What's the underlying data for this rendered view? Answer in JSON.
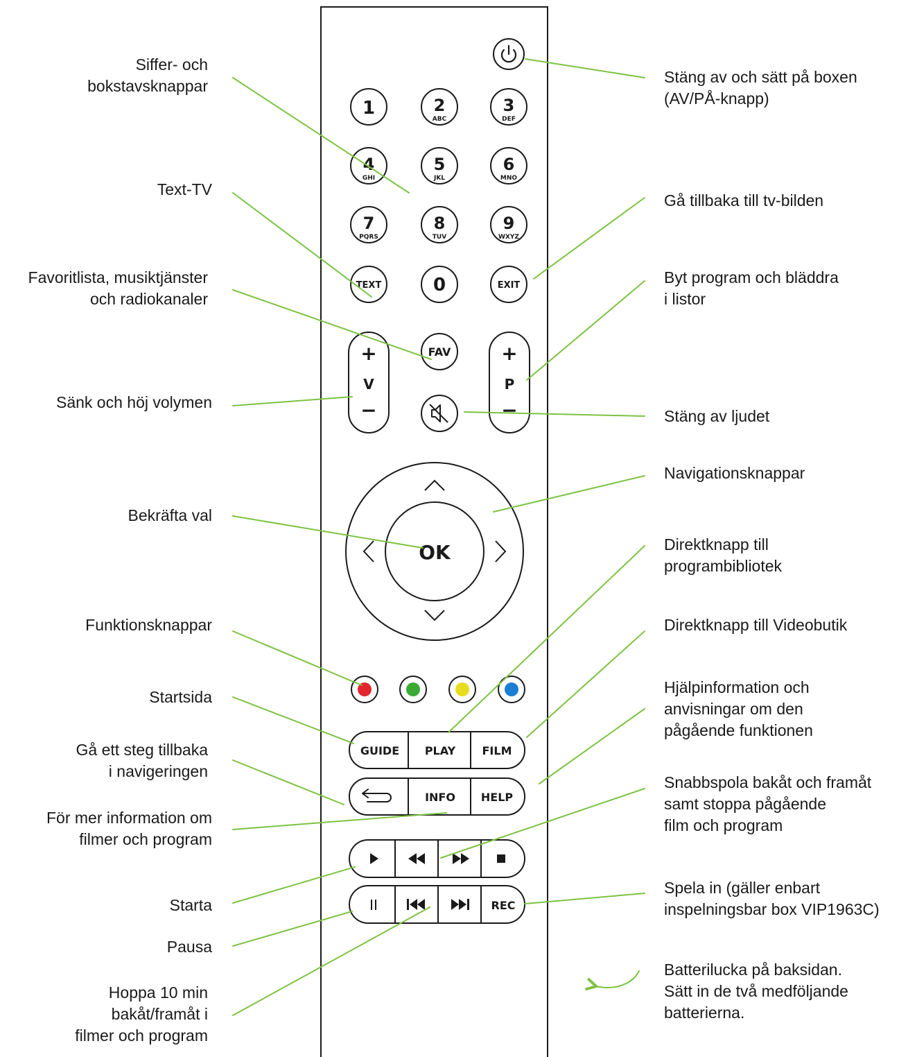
{
  "remote": {
    "digits": [
      {
        "d": "1",
        "s": ""
      },
      {
        "d": "2",
        "s": "ABC"
      },
      {
        "d": "3",
        "s": "DEF"
      },
      {
        "d": "4",
        "s": "GHI"
      },
      {
        "d": "5",
        "s": "JKL"
      },
      {
        "d": "6",
        "s": "MNO"
      },
      {
        "d": "7",
        "s": "PQRS"
      },
      {
        "d": "8",
        "s": "TUV"
      },
      {
        "d": "9",
        "s": "WXYZ"
      }
    ],
    "text": "TEXT",
    "zero": "0",
    "exit": "EXIT",
    "fav": "FAV",
    "vol_plus": "+",
    "vol_label": "V",
    "vol_minus": "−",
    "ch_plus": "+",
    "ch_label": "P",
    "ch_minus": "−",
    "ok": "OK",
    "guide": "GUIDE",
    "play": "PLAY",
    "film": "FILM",
    "info": "INFO",
    "help": "HELP",
    "rec": "REC",
    "rec_color": "#e3262d",
    "color_keys": [
      "#e3262d",
      "#3aaa35",
      "#e8dc1e",
      "#1a7fd4"
    ],
    "icons": [
      "power-icon",
      "mute-icon",
      "up-arrow-icon",
      "down-arrow-icon",
      "left-arrow-icon",
      "right-arrow-icon",
      "back-icon",
      "play-icon",
      "rewind-icon",
      "fast-forward-icon",
      "stop-icon",
      "pause-icon",
      "skip-back-icon",
      "skip-forward-icon",
      "battery-arrow-icon"
    ]
  },
  "leader_color": "#7dc242",
  "labels_left": {
    "digits": [
      "Siffer- och",
      "bokstavsknappar"
    ],
    "teletext": [
      "Text-TV"
    ],
    "favorites": [
      "Favoritlista, musiktjänster",
      "och radiokanaler"
    ],
    "volume": [
      "Sänk och höj volymen"
    ],
    "confirm": [
      "Bekräfta val"
    ],
    "function": [
      "Funktionsknappar"
    ],
    "home": [
      "Startsida"
    ],
    "back": [
      "Gå ett steg tillbaka",
      "i navigeringen"
    ],
    "info": [
      "För mer information om",
      "filmer och program"
    ],
    "start": [
      "Starta"
    ],
    "pause": [
      "Pausa"
    ],
    "jump": [
      "Hoppa 10 min",
      "bakåt/framåt i",
      "filmer och program"
    ]
  },
  "labels_right": {
    "power": [
      "Stäng av och sätt på boxen",
      "(AV/PÅ-knapp)"
    ],
    "exit": [
      "Gå tillbaka till tv-bilden"
    ],
    "channel": [
      "Byt program och bläddra",
      "i listor"
    ],
    "mute": [
      "Stäng av ljudet"
    ],
    "navigation": [
      "Navigationsknappar"
    ],
    "library": [
      "Direktknapp till",
      "programbibliotek"
    ],
    "videostore": [
      "Direktknapp till Videobutik"
    ],
    "help": [
      "Hjälpinformation och",
      "anvisningar om den",
      "pågående funktionen"
    ],
    "transport": [
      "Snabbspola bakåt och framåt",
      "samt stoppa pågående",
      "film och program"
    ],
    "record": [
      "Spela in (gäller enbart",
      "inspelningsbar box VIP1963C)"
    ],
    "battery": [
      "Batterilucka på baksidan.",
      "Sätt in de två medföljande",
      "batterierna."
    ]
  }
}
